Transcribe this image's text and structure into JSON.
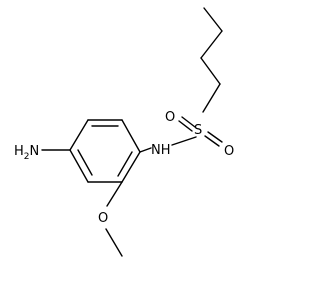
{
  "structure": {
    "labels": {
      "amine": "H",
      "amine_sub": "2",
      "amine_n": "N",
      "nh": "NH",
      "sulfur": "S",
      "oxygen_upper": "O",
      "oxygen_lower": "O",
      "methoxy_o": "O"
    },
    "colors": {
      "bond": "#000000",
      "text": "#000000",
      "background": "#ffffff"
    }
  }
}
